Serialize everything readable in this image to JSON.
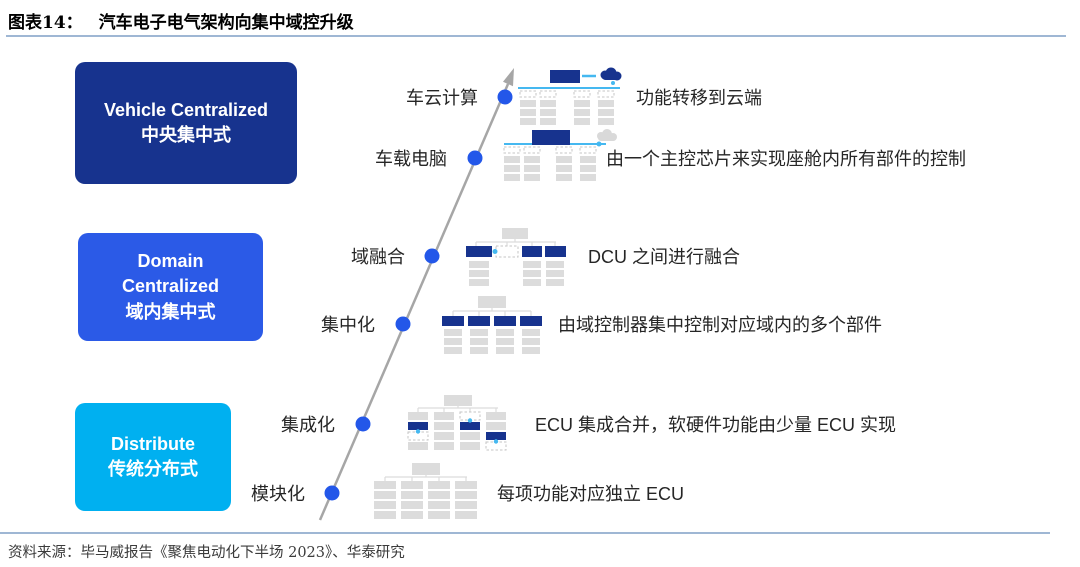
{
  "figure": {
    "label": "图表14：",
    "title": "汽车电子电气架构向集中域控升级"
  },
  "source_note": "资料来源：毕马威报告《聚焦电动化下半场 2023》、华泰研究",
  "stages": [
    {
      "name_en": "Vehicle Centralized",
      "name_cn": "中央集中式",
      "color": "#17338E"
    },
    {
      "name_en": "Domain Centralized",
      "name_cn": "域内集中式",
      "color": "#2B5AE7"
    },
    {
      "name_en": "Distribute",
      "name_cn": "传统分布式",
      "color": "#00B0F0"
    }
  ],
  "milestones": [
    {
      "label": "车云计算",
      "description": "功能转移到云端",
      "icon": "cloud-computing-icon"
    },
    {
      "label": "车载电脑",
      "description": "由一个主控芯片来实现座舱内所有部件的控制",
      "icon": "onboard-computer-icon"
    },
    {
      "label": "域融合",
      "description": "DCU 之间进行融合",
      "icon": "domain-fusion-icon"
    },
    {
      "label": "集中化",
      "description": "由域控制器集中控制对应域内的多个部件",
      "icon": "domain-controller-icon"
    },
    {
      "label": "集成化",
      "description": "ECU 集成合并，软硬件功能由少量 ECU 实现",
      "icon": "ecu-integration-icon"
    },
    {
      "label": "模块化",
      "description": "每项功能对应独立 ECU",
      "icon": "ecu-modular-icon"
    }
  ],
  "colors": {
    "accent_navy": "#17338E",
    "accent_blue": "#2B5AE7",
    "accent_cyan": "#00B0F0",
    "dot_blue": "#2357E9",
    "arrow_gray": "#A6A6A6",
    "rule_blue": "#9FB7D4",
    "icon_gray": "#DCDCDC",
    "icon_link_blue": "#45B8F0"
  }
}
